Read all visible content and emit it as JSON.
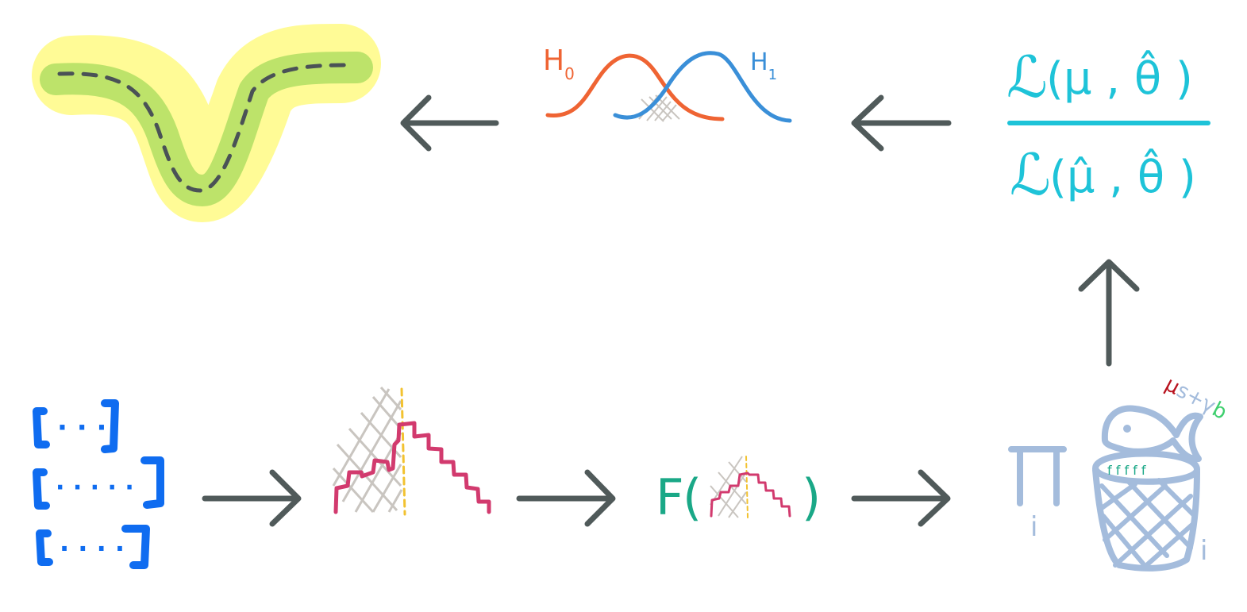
{
  "colors": {
    "arrow": "#505a5a",
    "h0": "#ef6433",
    "h1": "#3a8fd8",
    "likelihood": "#1ec3d8",
    "data_brackets": "#0f6cf0",
    "histogram_line": "#d23a6e",
    "hatch": "#c9c5c0",
    "cut_line": "#f2c230",
    "function": "#1aa887",
    "product": "#a4bcdc",
    "basket_fish_dots": "#1aa887",
    "label_mu": "#b8121e",
    "label_s": "#a4bcdc",
    "label_b": "#3fcf6e",
    "band_outer": "#fffb96",
    "band_inner": "#bde36a",
    "band_dash": "#4a5256"
  },
  "labels": {
    "h0": "H",
    "h0_sub": "0",
    "h1": "H",
    "h1_sub": "1",
    "lr_num_L": "ℒ",
    "lr_num_args": "(μ , θ̂ )",
    "lr_den_L": "ℒ",
    "lr_den_args": "(μ̂ , θ̂ )",
    "func_name": "F",
    "func_open": "(",
    "func_close": ")",
    "product_index": "i",
    "basket_index": "i",
    "mu": "μ",
    "s": "s",
    "plus": "+",
    "gamma": "γ",
    "b": "b",
    "bracket_dots_1": "· · ·",
    "bracket_dots_2": "· · · · ·",
    "bracket_dots_3": "· · · ·",
    "fish_marks": "f f f f f"
  },
  "icons": [
    "limit-band-icon",
    "hypothesis-distributions-icon",
    "likelihood-ratio-icon",
    "data-arrays-icon",
    "histogram-icon",
    "function-of-histogram-icon",
    "product-symbol-icon",
    "fish-basket-icon"
  ]
}
